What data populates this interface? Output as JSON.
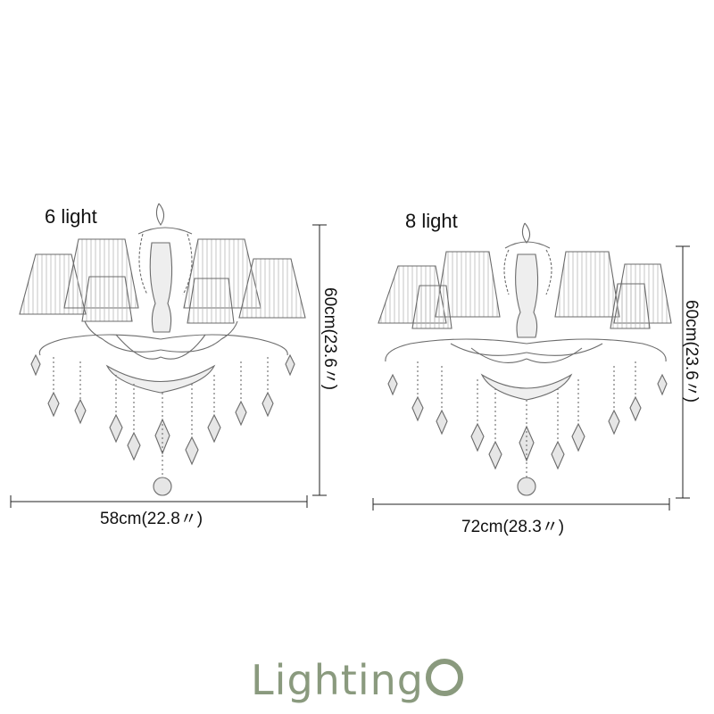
{
  "products": [
    {
      "title": "6 light",
      "width_label": "58cm(22.8〃)",
      "height_label": "60cm(23.6〃)"
    },
    {
      "title": "8 light",
      "width_label": "72cm(28.3〃)",
      "height_label": "60cm(23.6〃)"
    }
  ],
  "brand": {
    "name": "LightingO"
  },
  "colors": {
    "sketch": "#6b6b6b",
    "line": "#222222",
    "brand": "#8a9a7e"
  }
}
